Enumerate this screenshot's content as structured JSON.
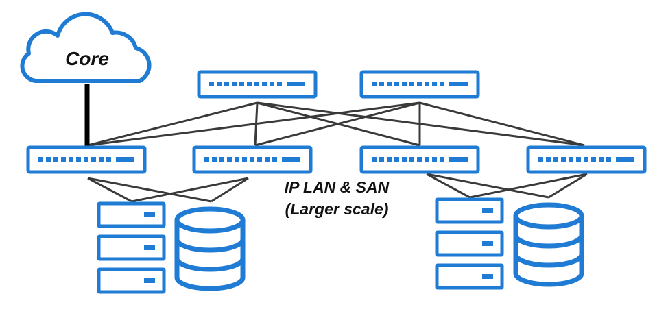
{
  "labels": {
    "core": "Core",
    "network_line1": "IP LAN & SAN",
    "network_line2": "(Larger scale)"
  },
  "colors": {
    "accent": "#1f7bd3",
    "link": "#3a3a3a",
    "uplink": "#000000",
    "background": "#ffffff"
  },
  "icons": [
    "cloud-icon",
    "switch-icon",
    "server-icon",
    "storage-icon"
  ],
  "spine_switches": [
    "spine-switch-1",
    "spine-switch-2"
  ],
  "leaf_switches": [
    "leaf-switch-1",
    "leaf-switch-2",
    "leaf-switch-3",
    "leaf-switch-4"
  ],
  "server_groups": [
    {
      "name": "server-group-left",
      "servers": 3,
      "storage": 1
    },
    {
      "name": "server-group-right",
      "servers": 3,
      "storage": 1
    }
  ]
}
